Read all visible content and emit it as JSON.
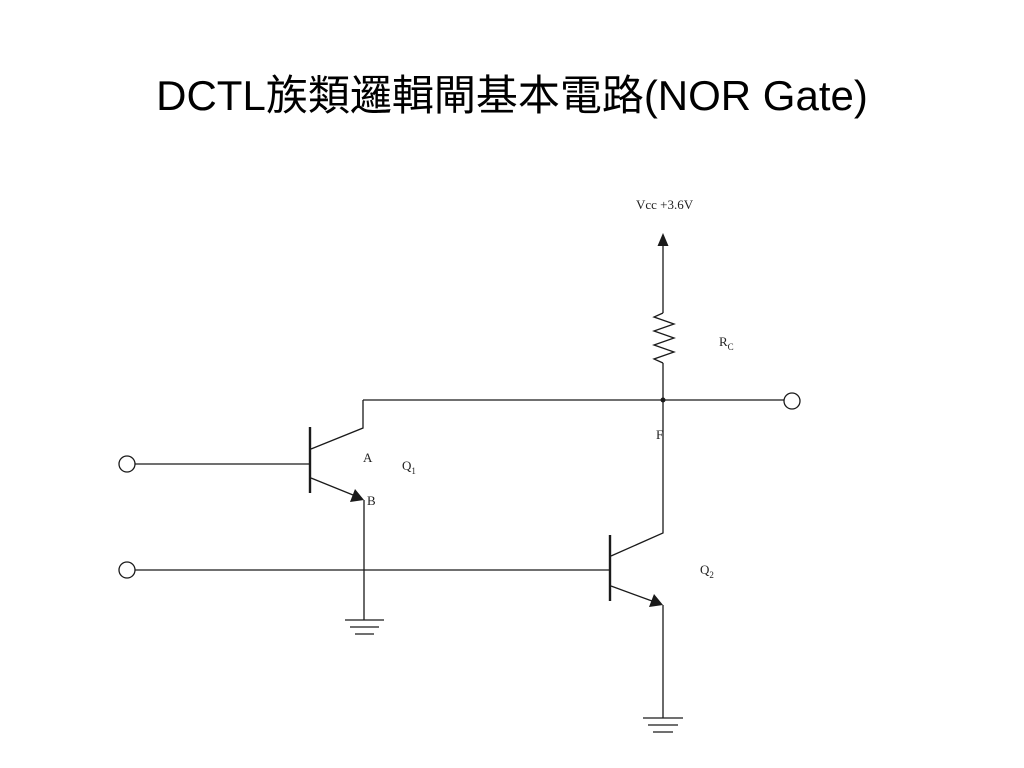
{
  "slide": {
    "title": "DCTL族類邏輯閘基本電路(NOR Gate)"
  },
  "circuit": {
    "supply_label": "Vcc +3.6V",
    "resistor": {
      "label": "R",
      "subscript": "C"
    },
    "output_node_label": "F",
    "transistor_1": {
      "label": "Q",
      "subscript": "1"
    },
    "transistor_2": {
      "label": "Q",
      "subscript": "2"
    },
    "node_a_label": "A",
    "node_b_label": "B"
  }
}
